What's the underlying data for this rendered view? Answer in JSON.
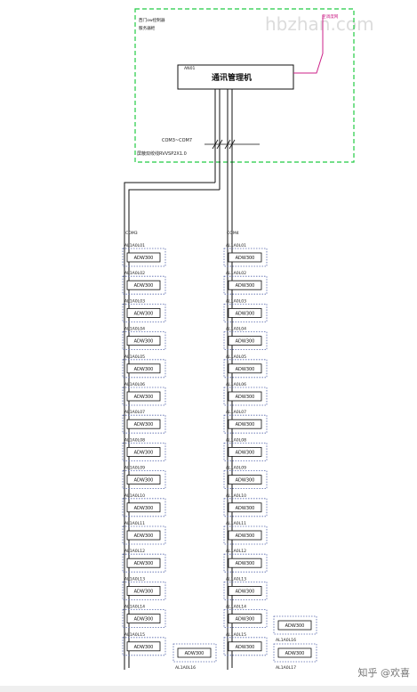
{
  "watermark": "hbzhan.com",
  "credit": "知乎 @欢喜",
  "station": {
    "label_line1": "西门ow控制器",
    "label_line2": "服务器柜",
    "manager_tag": "AN01",
    "manager_title": "通讯管理机",
    "uplink_tag": "至调度网"
  },
  "bus": {
    "com_label": "COM3~COM7",
    "cable_label": "屏蔽双绞线RVVSP2X1.0"
  },
  "column_left": {
    "port": "COM3",
    "rows": [
      {
        "tag": "AL1A0L01",
        "device": "ADW300"
      },
      {
        "tag": "AL1A0L02",
        "device": "ADW300"
      },
      {
        "tag": "AL1A0L03",
        "device": "ADW300"
      },
      {
        "tag": "AL1A0L04",
        "device": "ADW300"
      },
      {
        "tag": "AL1A0L05",
        "device": "ADW300"
      },
      {
        "tag": "AL1A0L06",
        "device": "ADW300"
      },
      {
        "tag": "AL1A0L07",
        "device": "ADW300"
      },
      {
        "tag": "AL1A0L08",
        "device": "ADW300"
      },
      {
        "tag": "AL1A0L09",
        "device": "ADW300"
      },
      {
        "tag": "AL1A0L10",
        "device": "ADW300"
      },
      {
        "tag": "AL1A0L11",
        "device": "ADW300"
      },
      {
        "tag": "AL1A0L12",
        "device": "ADW300"
      },
      {
        "tag": "AL1A0L13",
        "device": "ADW300"
      },
      {
        "tag": "AL1A0L14",
        "device": "ADW300"
      },
      {
        "tag": "AL1A0L15",
        "device": "ADW300"
      }
    ]
  },
  "column_left_extra": {
    "tag": "AL1A0L16",
    "device": "ADW300"
  },
  "column_right": {
    "port": "COM4",
    "rows": [
      {
        "tag": "AL1A0L01",
        "device": "ADW300"
      },
      {
        "tag": "AL1A0L02",
        "device": "ADW300"
      },
      {
        "tag": "AL1A0L03",
        "device": "ADW300"
      },
      {
        "tag": "AL1A0L04",
        "device": "ADW300"
      },
      {
        "tag": "AL1A0L05",
        "device": "ADW300"
      },
      {
        "tag": "AL1A0L06",
        "device": "ADW300"
      },
      {
        "tag": "AL1A0L07",
        "device": "ADW300"
      },
      {
        "tag": "AL1A0L08",
        "device": "ADW300"
      },
      {
        "tag": "AL1A0L09",
        "device": "ADW300"
      },
      {
        "tag": "AL1A0L10",
        "device": "ADW300"
      },
      {
        "tag": "AL1A0L11",
        "device": "ADW300"
      },
      {
        "tag": "AL1A0L12",
        "device": "ADW300"
      },
      {
        "tag": "AL1A0L13",
        "device": "ADW300"
      },
      {
        "tag": "AL1A0L14",
        "device": "ADW300"
      },
      {
        "tag": "AL1A0L15",
        "device": "ADW300"
      }
    ]
  },
  "column_right_extra": [
    {
      "tag": "AL1A0L16",
      "device": "ADW300"
    },
    {
      "tag": "AL1A0L17",
      "device": "ADW300"
    }
  ],
  "colors": {
    "boundary": "#22cc44",
    "uplink": "#cc2288",
    "line": "#111111",
    "device_dash": "#5566aa"
  }
}
